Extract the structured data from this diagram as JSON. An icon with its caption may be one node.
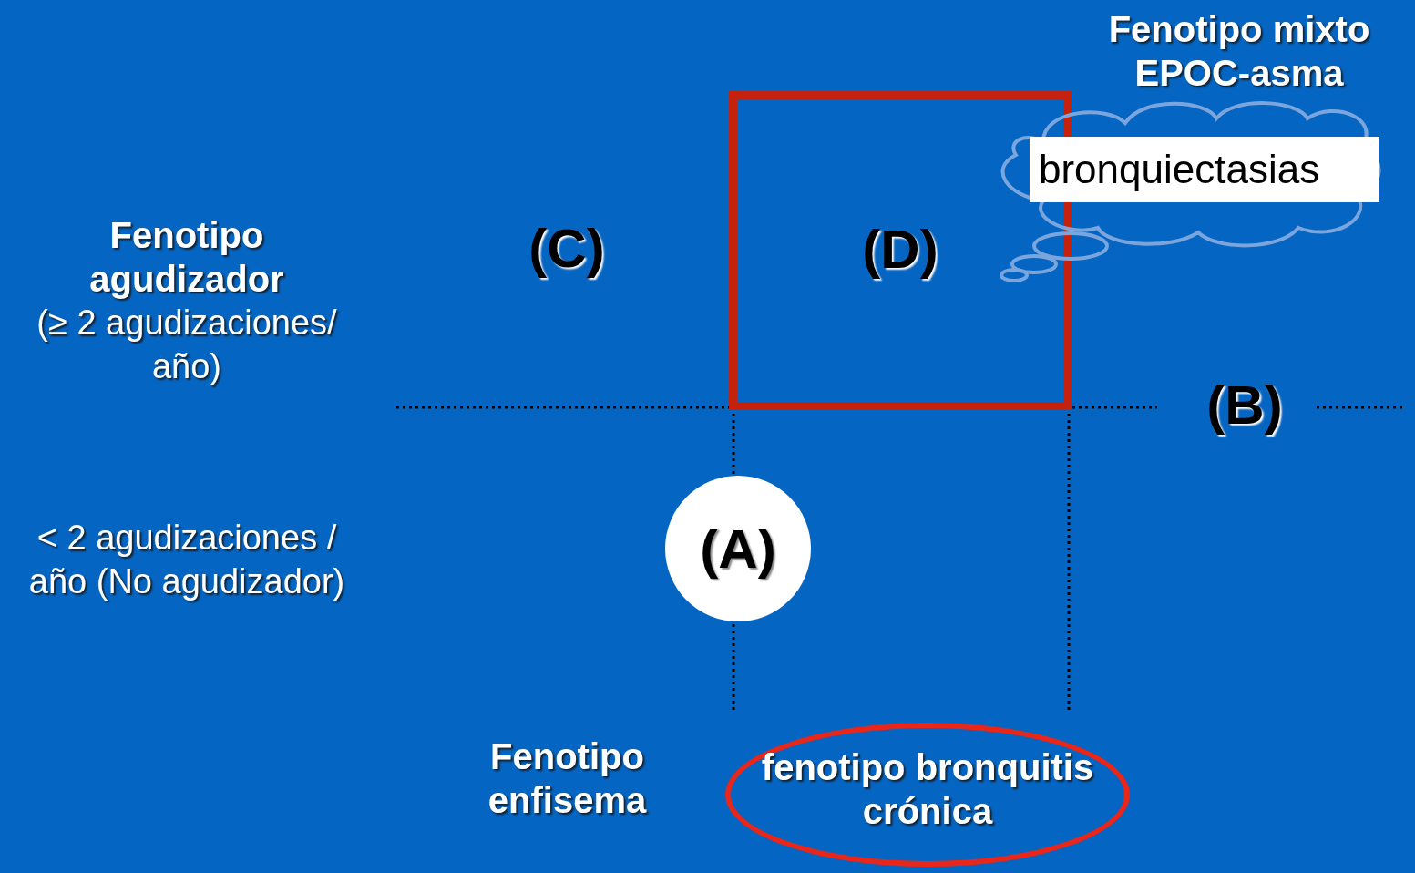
{
  "diagram": {
    "nodes": [
      {
        "text": [
          "(D)"
        ]
      },
      {
        "text": [
          "(A)"
        ]
      },
      {
        "text": [
          "bronquiectasias"
        ]
      },
      {
        "text": [
          "fenotipo bronquitis crónica"
        ]
      }
    ],
    "labels": [
      "Fenotipo mixto EPOC-asma",
      "Fenotipo agudizador",
      "(≥ 2 agudizaciones/ año)",
      "(C)",
      "(B)",
      "< 2 agudizaciones / año (No agudizador)",
      "Fenotipo enfisema"
    ]
  }
}
